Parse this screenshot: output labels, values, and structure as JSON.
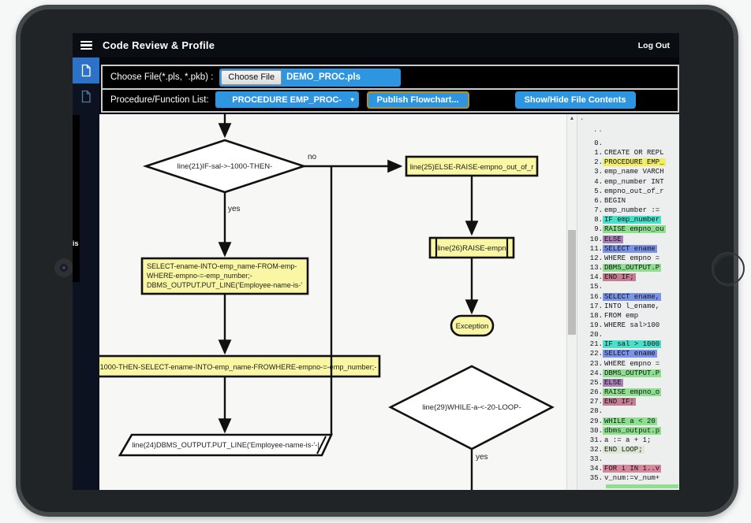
{
  "topbar": {
    "title": "Code Review & Profile",
    "logout_label": "Log Out"
  },
  "sidebar": {
    "partial_text": "is"
  },
  "toolbar": {
    "file_label": "Choose File(*.pls, *.pkb) :",
    "choose_file_button": "Choose File",
    "filename": "DEMO_PROC.pls",
    "proc_label": "Procedure/Function List:",
    "proc_select_value": "PROCEDURE EMP_PROC-",
    "dropdown_arrow": "▾",
    "publish_button": "Publish Flowchart...",
    "toggle_button": "Show/Hide File Contents"
  },
  "flowchart": {
    "decision1": "line(21)IF-sal->-1000-THEN-",
    "no_label": "no",
    "yes_label": "yes",
    "else_box": "line(25)ELSE-RAISE-empno_out_of_r",
    "raise_box": "line(26)RAISE-empn",
    "exception_label": "Exception",
    "select_box_lines": [
      "SELECT-ename-INTO-emp_name-FROM-emp-",
      "WHERE-empno-=-emp_number;-",
      "DBMS_OUTPUT.PUT_LINE('Employee-name-is-'"
    ],
    "wide_box": "1000-THEN-SELECT-ename-INTO-emp_name-FROWHERE-empno-=-emp_number;-",
    "output_parallelogram": "line(24)DBMS_OUTPUT.PUT_LINE('Employee-name-is-'-|",
    "decision2": "line(29)WHILE-a-<-20-LOOP-",
    "yes_label2": "yes"
  },
  "scrollbar": {
    "up_arrow": "▲"
  },
  "code_panel": {
    "deco_dot": ".",
    "deco_dots": "..",
    "lines": [
      {
        "n": "0.",
        "text": "",
        "hl": null
      },
      {
        "n": "1.",
        "text": "CREATE OR REPL",
        "hl": null
      },
      {
        "n": "2.",
        "text": "PROCEDURE EMP_",
        "hl": "yellow"
      },
      {
        "n": "3.",
        "text": "emp_name VARCH",
        "hl": null
      },
      {
        "n": "4.",
        "text": "emp_number INT",
        "hl": null
      },
      {
        "n": "5.",
        "text": "empno_out_of_r",
        "hl": null
      },
      {
        "n": "6.",
        "text": "BEGIN",
        "hl": null
      },
      {
        "n": "7.",
        "text": "emp_number :=",
        "hl": null
      },
      {
        "n": "8.",
        "text": "IF emp_number",
        "hl": "teal"
      },
      {
        "n": "9.",
        "text": "RAISE empno_ou",
        "hl": "green"
      },
      {
        "n": "10.",
        "text": "ELSE",
        "hl": "purple"
      },
      {
        "n": "11.",
        "text": "SELECT ename",
        "hl": "blue"
      },
      {
        "n": "12.",
        "text": "WHERE empno =",
        "hl": null
      },
      {
        "n": "13.",
        "text": "DBMS_OUTPUT.P",
        "hl": "green"
      },
      {
        "n": "14.",
        "text": "END IF;",
        "hl": "rose"
      },
      {
        "n": "15.",
        "text": "",
        "hl": null
      },
      {
        "n": "16.",
        "text": "SELECT ename,",
        "hl": "blue"
      },
      {
        "n": "17.",
        "text": "INTO l_ename,",
        "hl": null
      },
      {
        "n": "18.",
        "text": "FROM emp",
        "hl": null
      },
      {
        "n": "19.",
        "text": "WHERE sal>100",
        "hl": null
      },
      {
        "n": "20.",
        "text": "",
        "hl": null
      },
      {
        "n": "21.",
        "text": "IF sal > 1000",
        "hl": "teal"
      },
      {
        "n": "22.",
        "text": "SELECT ename",
        "hl": "blue"
      },
      {
        "n": "23.",
        "text": "WHERE empno =",
        "hl": null
      },
      {
        "n": "24.",
        "text": "DBMS_OUTPUT.P",
        "hl": "green"
      },
      {
        "n": "25.",
        "text": "ELSE",
        "hl": "purple"
      },
      {
        "n": "26.",
        "text": "RAISE empno_o",
        "hl": "green"
      },
      {
        "n": "27.",
        "text": "END IF;",
        "hl": "rose"
      },
      {
        "n": "28.",
        "text": "",
        "hl": null
      },
      {
        "n": "29.",
        "text": "WHILE a < 20",
        "hl": "green"
      },
      {
        "n": "30.",
        "text": "dbms_output.p",
        "hl": "green"
      },
      {
        "n": "31.",
        "text": "a := a + 1;",
        "hl": null
      },
      {
        "n": "32.",
        "text": "END LOOP;",
        "hl": "pale_green"
      },
      {
        "n": "33.",
        "text": "",
        "hl": null
      },
      {
        "n": "34.",
        "text": "FOR i IN 1..v",
        "hl": "rose_light"
      },
      {
        "n": "35.",
        "text": "v_num:=v_num+",
        "hl": null
      }
    ]
  },
  "colors": {
    "accent_blue": "#2e96e0",
    "sidebar_active": "#2b72c8",
    "publish_border": "#b98f24",
    "node_fill": "#f9f7a3",
    "highlights": {
      "yellow": "#f1ee63",
      "teal": "#4adfc9",
      "green": "#8ee08e",
      "purple": "#a97fb6",
      "blue": "#7b93e6",
      "rose": "#c57d92",
      "rose_light": "#d6879b",
      "pale_green": "#dde8d3"
    }
  }
}
